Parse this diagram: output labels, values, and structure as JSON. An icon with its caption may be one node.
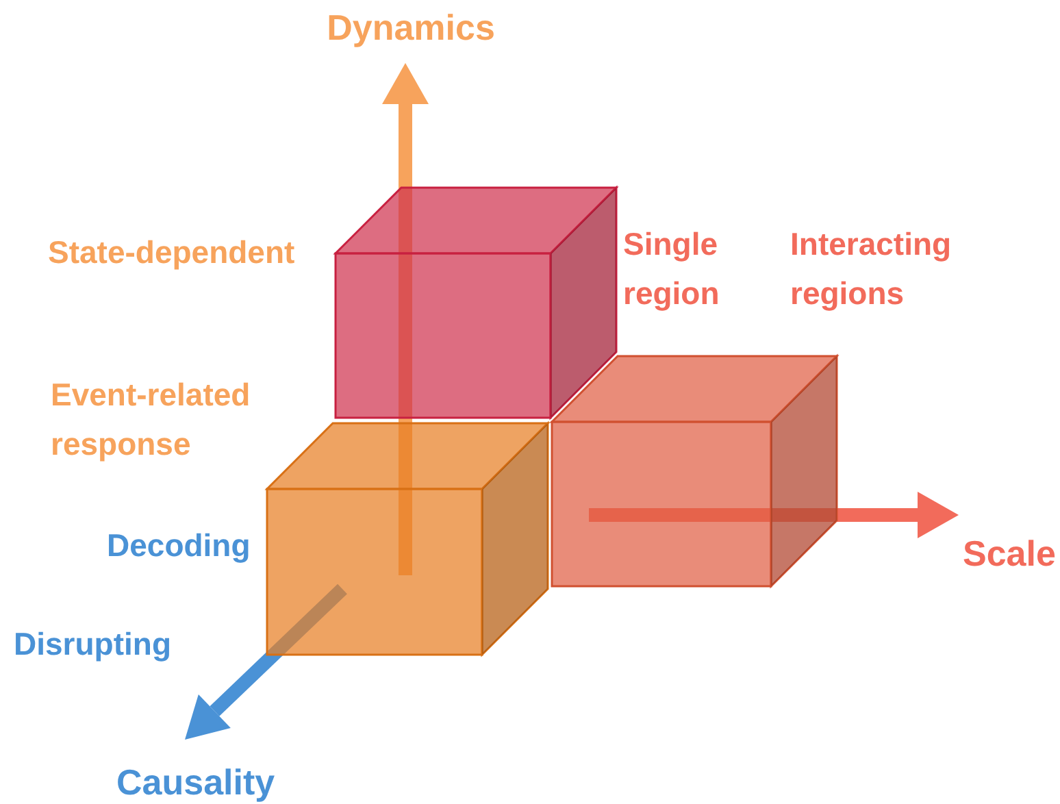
{
  "diagram": {
    "labels": [
      "Dynamics",
      "State-dependent",
      "Single region",
      "Interacting regions",
      "Event-related response",
      "Decoding",
      "Scale",
      "Disrupting",
      "Causality"
    ]
  }
}
